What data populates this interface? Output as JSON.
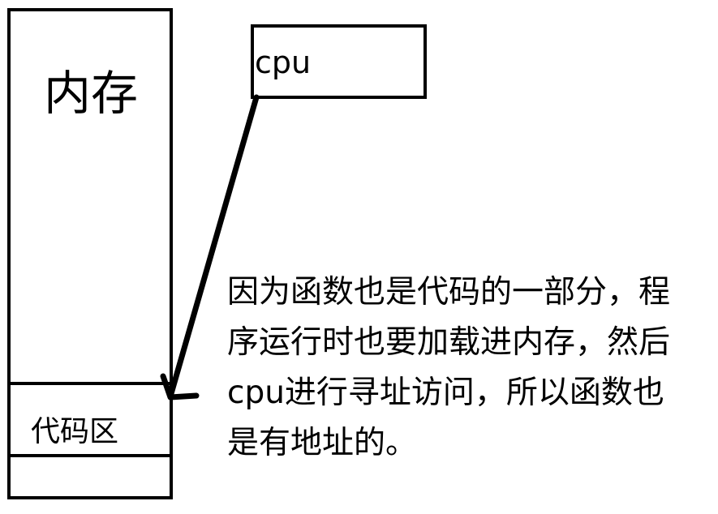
{
  "memory": {
    "label": "内存"
  },
  "code_region": {
    "label": "代码区"
  },
  "cpu": {
    "label": "cpu"
  },
  "explanation": {
    "lines": [
      "因为函数也是代码的一部分，程",
      "序运行时也要加载进内存，然后",
      "cpu进行寻址访问，所以函数也",
      "是有地址的。"
    ]
  },
  "colors": {
    "stroke": "#000000",
    "background": "#ffffff"
  }
}
